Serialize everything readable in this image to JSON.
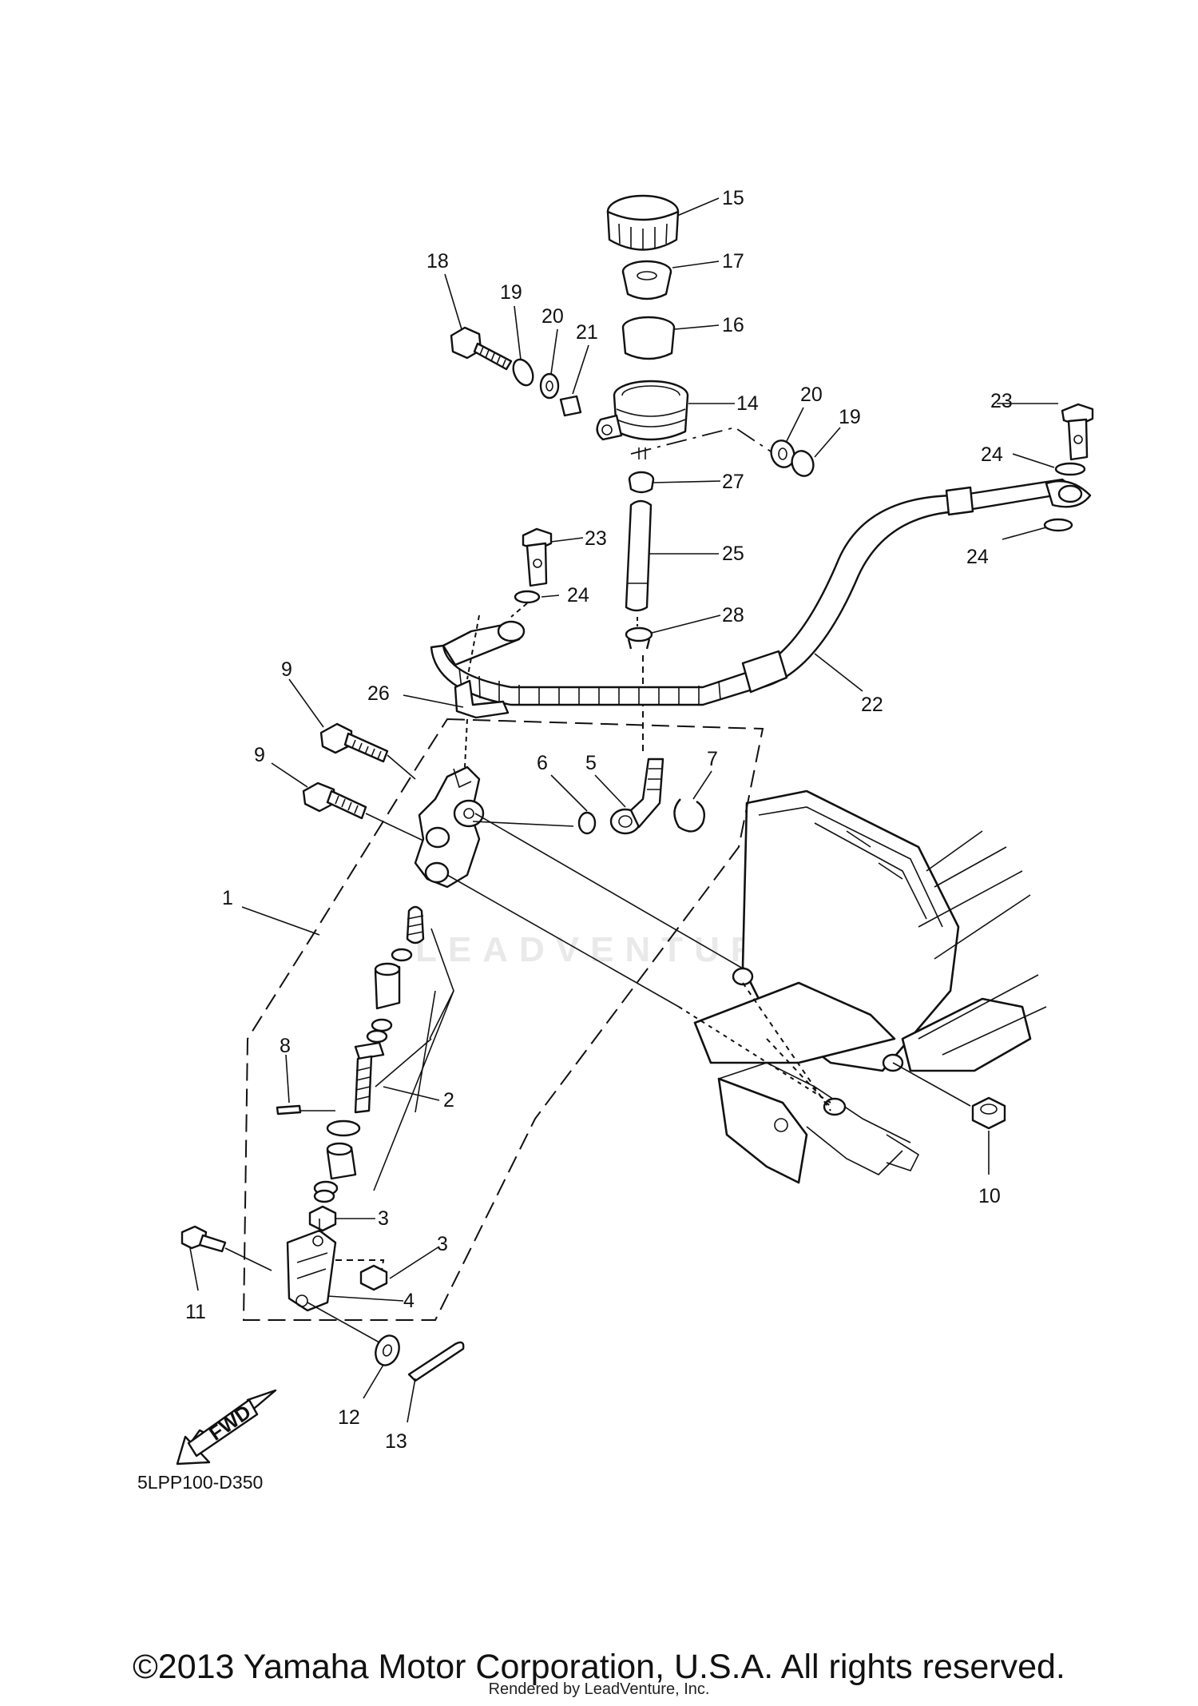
{
  "diagram": {
    "code": "5LPP100-D350",
    "fwd_label": "FWD",
    "copyright": "©2013 Yamaha Motor Corporation, U.S.A. All rights reserved.",
    "rendered_by": "Rendered by LeadVenture, Inc.",
    "watermark": "LEADVENTURE"
  },
  "callouts": [
    {
      "id": "1",
      "label": "1"
    },
    {
      "id": "2",
      "label": "2"
    },
    {
      "id": "3a",
      "label": "3"
    },
    {
      "id": "3b",
      "label": "3"
    },
    {
      "id": "4",
      "label": "4"
    },
    {
      "id": "5",
      "label": "5"
    },
    {
      "id": "6",
      "label": "6"
    },
    {
      "id": "7",
      "label": "7"
    },
    {
      "id": "8",
      "label": "8"
    },
    {
      "id": "9a",
      "label": "9"
    },
    {
      "id": "9b",
      "label": "9"
    },
    {
      "id": "10",
      "label": "10"
    },
    {
      "id": "11",
      "label": "11"
    },
    {
      "id": "12",
      "label": "12"
    },
    {
      "id": "13",
      "label": "13"
    },
    {
      "id": "14",
      "label": "14"
    },
    {
      "id": "15",
      "label": "15"
    },
    {
      "id": "16",
      "label": "16"
    },
    {
      "id": "17",
      "label": "17"
    },
    {
      "id": "18",
      "label": "18"
    },
    {
      "id": "19a",
      "label": "19"
    },
    {
      "id": "19b",
      "label": "19"
    },
    {
      "id": "20a",
      "label": "20"
    },
    {
      "id": "20b",
      "label": "20"
    },
    {
      "id": "21",
      "label": "21"
    },
    {
      "id": "22",
      "label": "22"
    },
    {
      "id": "23a",
      "label": "23"
    },
    {
      "id": "23b",
      "label": "23"
    },
    {
      "id": "24a",
      "label": "24"
    },
    {
      "id": "24b",
      "label": "24"
    },
    {
      "id": "24c",
      "label": "24"
    },
    {
      "id": "25",
      "label": "25"
    },
    {
      "id": "26",
      "label": "26"
    },
    {
      "id": "27",
      "label": "27"
    },
    {
      "id": "28",
      "label": "28"
    }
  ]
}
